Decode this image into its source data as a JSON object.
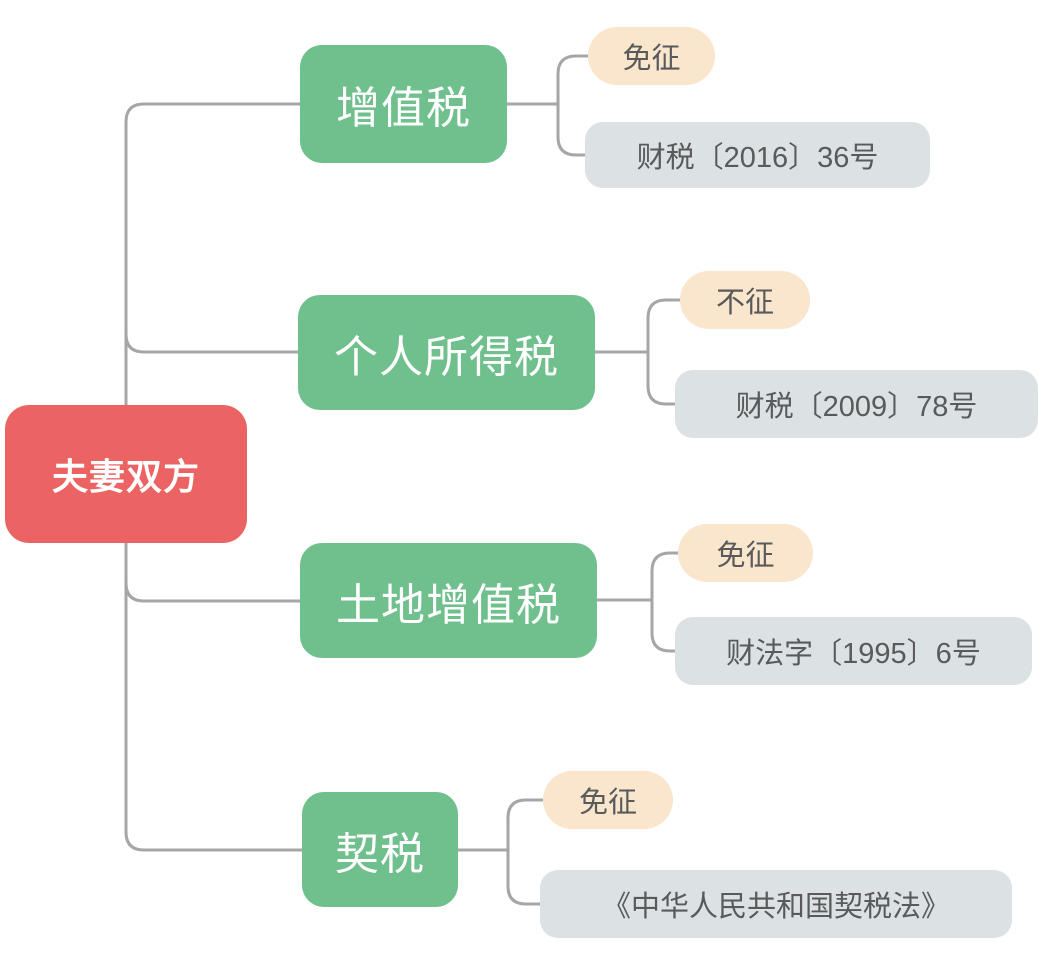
{
  "diagram": {
    "type": "mindmap",
    "root": {
      "label": "夫妻双方"
    },
    "branches": [
      {
        "label": "增值税",
        "status": "免征",
        "basis": "财税〔2016〕36号"
      },
      {
        "label": "个人所得税",
        "status": "不征",
        "basis": "财税〔2009〕78号"
      },
      {
        "label": "土地增值税",
        "status": "免征",
        "basis": "财法字〔1995〕6号"
      },
      {
        "label": "契税",
        "status": "免征",
        "basis": "《中华人民共和国契税法》"
      }
    ],
    "colors": {
      "root_color": "#EC6363",
      "branch_color": "#6FC08D",
      "status_color": "#F9E6CC",
      "basis_color": "#DCE1E4",
      "line_color": "#A6A6A6",
      "pill_text": "#595A5B",
      "node_text": "#FFFFFF",
      "bg": "#FFFFFF"
    }
  }
}
